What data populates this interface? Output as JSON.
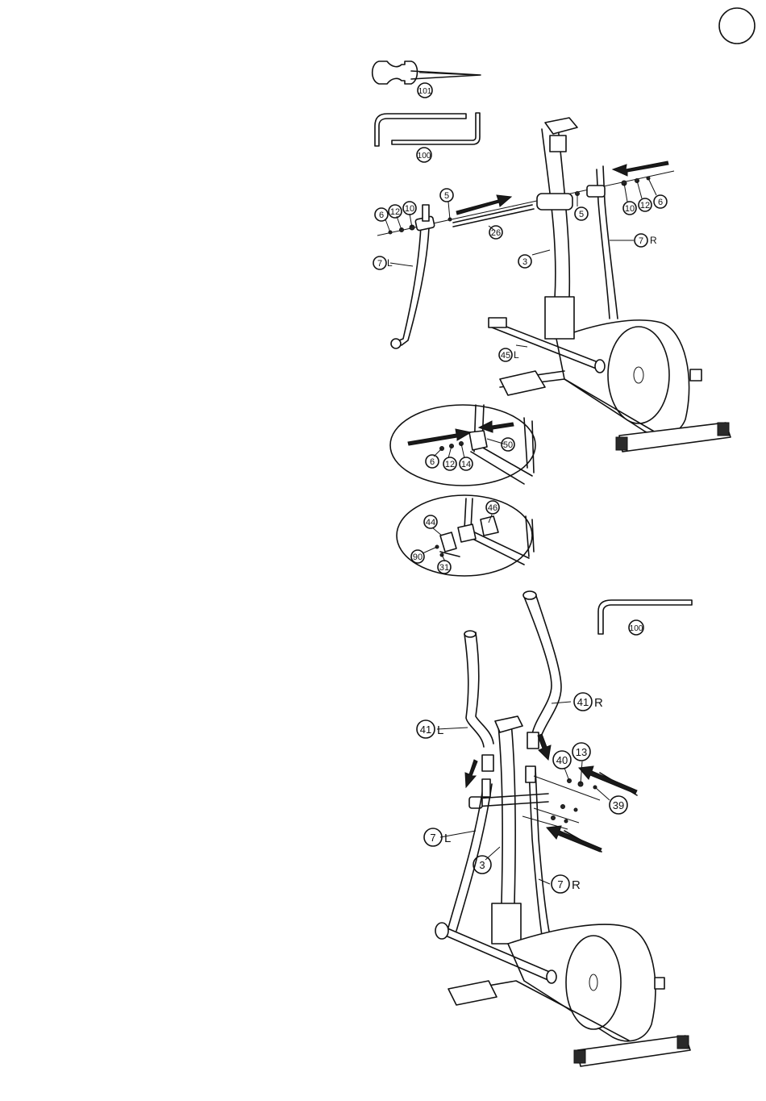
{
  "page": {
    "step_number": ""
  },
  "tools": {
    "wrench_label": "101",
    "allen_key_label": "100"
  },
  "step_upper": {
    "parts": {
      "p6_left": "6",
      "p12_left": "12",
      "p10_left": "10",
      "p5_left": "5",
      "p26": "26",
      "p3": "3",
      "p5_right": "5",
      "p10_right": "10",
      "p12_right": "12",
      "p6_right": "6",
      "p7L_num": "7",
      "p7L_side": "L",
      "p7R_num": "7",
      "p7R_side": "R",
      "p45L_num": "45",
      "p45L_side": "L"
    },
    "detail_a": {
      "p6": "6",
      "p12": "12",
      "p14": "14",
      "p50": "50"
    },
    "detail_b": {
      "p44": "44",
      "p46": "46",
      "p90": "90",
      "p31": "31"
    }
  },
  "step_lower": {
    "tool_label": "100",
    "parts": {
      "p41R_num": "41",
      "p41R_side": "R",
      "p41L_num": "41",
      "p41L_side": "L",
      "p40": "40",
      "p13": "13",
      "p39": "39",
      "p7L_num": "7",
      "p7L_side": "L",
      "p3": "3",
      "p7R_num": "7",
      "p7R_side": "R"
    }
  }
}
